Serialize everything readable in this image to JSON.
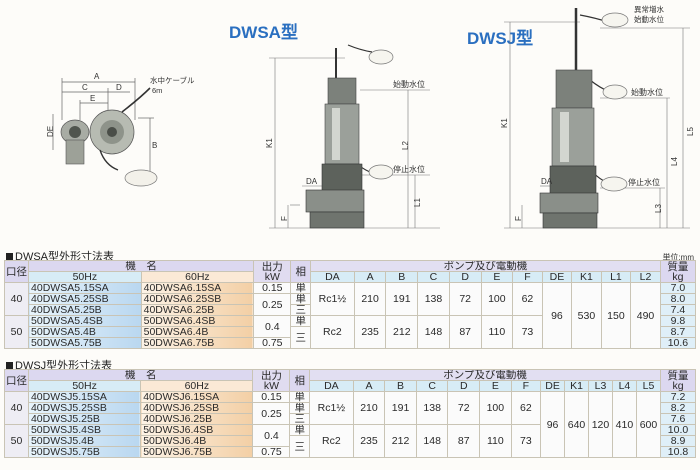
{
  "drawings": {
    "dwsa_title": "DWSA型",
    "dwsj_title": "DWSJ型",
    "left_dims": {
      "a": "A",
      "c": "C",
      "d": "D",
      "e": "E",
      "de": "DE",
      "b": "B"
    },
    "cable_label_line1": "水中ケーブル",
    "cable_label_line2": "6m",
    "dwsa_labels": {
      "start": "始動水位",
      "stop": "停止水位",
      "k1": "K1",
      "l2": "L2",
      "l1": "L1",
      "f": "F",
      "da": "DA"
    },
    "dwsj_labels": {
      "alarm_line1": "異常増水",
      "alarm_line2": "始動水位",
      "start": "始動水位",
      "stop": "停止水位",
      "k1": "K1",
      "l5": "L5",
      "l4": "L4",
      "l3": "L3",
      "f": "F",
      "da": "DA"
    }
  },
  "unit_label": "単位:mm",
  "dwsa_table": {
    "title": "DWSA型外形寸法表",
    "header": {
      "bore": "口径",
      "model": "機　名",
      "output_line1": "出力",
      "output_line2": "kW",
      "phase": "相",
      "pump_motor": "ポンプ及び電動機",
      "weight_line1": "質量",
      "weight_line2": "kg",
      "hz50": "50Hz",
      "hz60": "60Hz",
      "cols": [
        "DA",
        "A",
        "B",
        "C",
        "D",
        "E",
        "F",
        "DE",
        "K1",
        "L1",
        "L2"
      ]
    },
    "rows": [
      {
        "m50": "40DWSA5.15SA",
        "m60": "40DWSA6.15SA",
        "kw": "0.15",
        "weight": "7.0"
      },
      {
        "m50": "40DWSA5.25SB",
        "m60": "40DWSA6.25SB",
        "weight": "8.0"
      },
      {
        "m50": "40DWSA5.25B",
        "m60": "40DWSA6.25B",
        "weight": "7.4"
      },
      {
        "m50": "50DWSA5.4SB",
        "m60": "50DWSA6.4SB",
        "weight": "9.8"
      },
      {
        "m50": "50DWSA5.4B",
        "m60": "50DWSA6.4B",
        "weight": "8.7"
      },
      {
        "m50": "50DWSA5.75B",
        "m60": "50DWSA6.75B",
        "kw": "0.75",
        "weight": "10.6"
      }
    ],
    "bore40": "40",
    "bore50": "50",
    "kw25": "0.25",
    "kw4": "0.4",
    "phase_single": "単",
    "phase_three": "三",
    "g1": {
      "da": "Rc1½",
      "a": "210",
      "b": "191",
      "c": "138",
      "d": "72",
      "e": "100",
      "f": "62"
    },
    "g2": {
      "da": "Rc2",
      "a": "235",
      "b": "212",
      "c": "148",
      "d": "87",
      "e": "110",
      "f": "73"
    },
    "common": {
      "de": "96",
      "k1": "530",
      "l1": "150",
      "l2": "490"
    }
  },
  "dwsj_table": {
    "title": "DWSJ型外形寸法表",
    "header": {
      "bore": "口径",
      "model": "機　名",
      "output_line1": "出力",
      "output_line2": "kW",
      "phase": "相",
      "pump_motor": "ポンプ及び電動機",
      "weight_line1": "質量",
      "weight_line2": "kg",
      "hz50": "50Hz",
      "hz60": "60Hz",
      "cols": [
        "DA",
        "A",
        "B",
        "C",
        "D",
        "E",
        "F",
        "DE",
        "K1",
        "L3",
        "L4",
        "L5"
      ]
    },
    "rows": [
      {
        "m50": "40DWSJ5.15SA",
        "m60": "40DWSJ6.15SA",
        "kw": "0.15",
        "weight": "7.2"
      },
      {
        "m50": "40DWSJ5.25SB",
        "m60": "40DWSJ6.25SB",
        "weight": "8.2"
      },
      {
        "m50": "40DWSJ5.25B",
        "m60": "40DWSJ6.25B",
        "weight": "7.6"
      },
      {
        "m50": "50DWSJ5.4SB",
        "m60": "50DWSJ6.4SB",
        "weight": "10.0"
      },
      {
        "m50": "50DWSJ5.4B",
        "m60": "50DWSJ6.4B",
        "weight": "8.9"
      },
      {
        "m50": "50DWSJ5.75B",
        "m60": "50DWSJ6.75B",
        "kw": "0.75",
        "weight": "10.8"
      }
    ],
    "bore40": "40",
    "bore50": "50",
    "kw25": "0.25",
    "kw4": "0.4",
    "phase_single": "単",
    "phase_three": "三",
    "g1": {
      "da": "Rc1½",
      "a": "210",
      "b": "191",
      "c": "138",
      "d": "72",
      "e": "100",
      "f": "62"
    },
    "g2": {
      "da": "Rc2",
      "a": "235",
      "b": "212",
      "c": "148",
      "d": "87",
      "e": "110",
      "f": "73"
    },
    "common": {
      "de": "96",
      "k1": "640",
      "l3": "120",
      "l4": "410",
      "l5": "600"
    }
  }
}
